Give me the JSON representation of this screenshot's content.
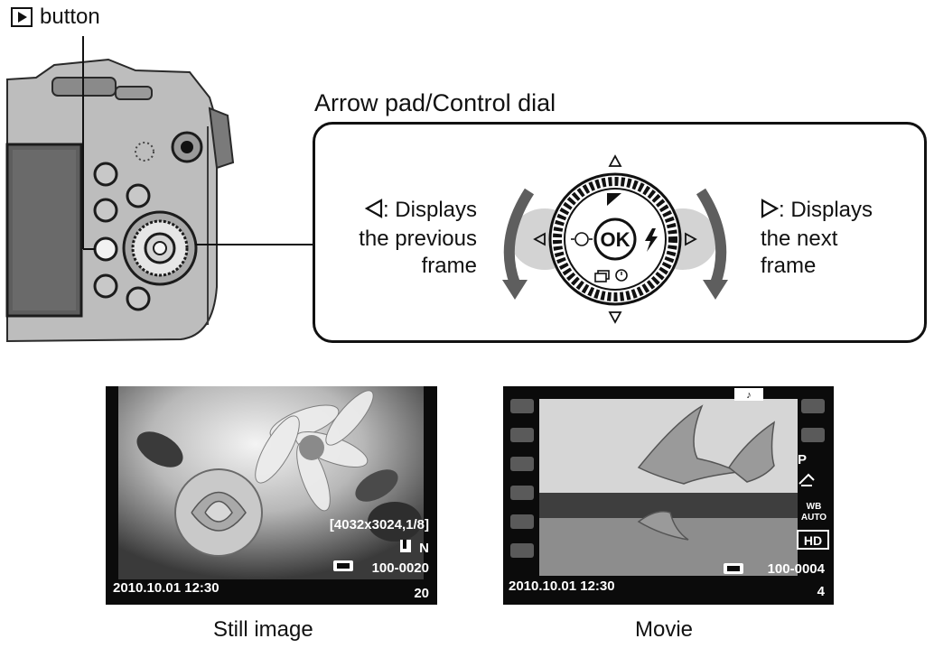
{
  "colors": {
    "ink": "#111111",
    "camera_body": "#b9b9b9",
    "camera_dark": "#5e5e5e",
    "screen_black": "#0b0b0b",
    "osd_text": "#ffffff"
  },
  "top": {
    "play_button_icon": "play-icon",
    "play_button_label": "button",
    "arrow_pad_title": "Arrow pad/Control dial"
  },
  "dial": {
    "center_label": "OK",
    "left_text": {
      "line1": ": Displays",
      "line2": "the previous",
      "line3": "frame"
    },
    "right_text": {
      "line1": ": Displays",
      "line2": "the next",
      "line3": "frame"
    },
    "icons": [
      "exposure-icon",
      "flash-icon",
      "drive-timer-icon",
      "af-area-icon"
    ]
  },
  "still": {
    "caption": "Still image",
    "resolution": "[4032x3024,1/8]",
    "quality": "N",
    "file_number": "100-0020",
    "datetime": "2010.10.01 12:30",
    "frame_count": "20"
  },
  "movie": {
    "caption": "Movie",
    "mode": "P",
    "wb_line1": "WB",
    "wb_line2": "AUTO",
    "hd_label": "HD",
    "file_number": "100-0004",
    "datetime": "2010.10.01 12:30",
    "frame_count": "4"
  }
}
